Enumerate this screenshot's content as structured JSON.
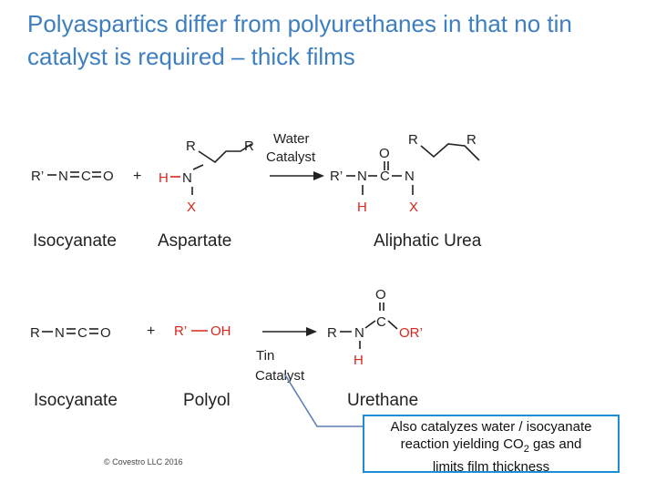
{
  "title": "Polyaspartics differ from polyurethanes in that no tin catalyst is required – thick films",
  "reaction1": {
    "isocyanate": {
      "r": "R’",
      "n": "N",
      "c": "C",
      "o": "O"
    },
    "plus": "+",
    "aspartate": {
      "r1": "R",
      "r2": "R",
      "h": "H",
      "n": "N",
      "x": "X"
    },
    "arrow_top": "Water",
    "arrow_bottom": "Catalyst",
    "urea": {
      "r_left": "R’",
      "n1": "N",
      "c": "C",
      "o": "O",
      "n2": "N",
      "h": "H",
      "x": "X",
      "r1": "R",
      "r2": "R"
    },
    "label_isocyanate": "Isocyanate",
    "label_aspartate": "Aspartate",
    "label_product": "Aliphatic Urea"
  },
  "reaction2": {
    "isocyanate": {
      "r": "R",
      "n": "N",
      "c": "C",
      "o": "O"
    },
    "plus": "+",
    "polyol": {
      "r": "R’",
      "oh": "OH"
    },
    "arrow_bottom_1": "Tin",
    "arrow_bottom_2": "Catalyst",
    "urethane": {
      "r": "R",
      "n": "N",
      "h": "H",
      "c": "C",
      "o": "O",
      "or": "OR’"
    },
    "label_isocyanate": "Isocyanate",
    "label_polyol": "Polyol",
    "label_product": "Urethane"
  },
  "callout": {
    "line1": "Also catalyzes water / isocyanate",
    "line2_pre": "reaction yielding CO",
    "line2_sub": "2",
    "line2_post": " gas and",
    "line3": "limits film thickness"
  },
  "copyright": "© Covestro LLC 2016",
  "colors": {
    "title": "#3d7fc0",
    "red": "#d9261c",
    "callout_border": "#1b8ed8",
    "connector": "#5b7fb4"
  }
}
